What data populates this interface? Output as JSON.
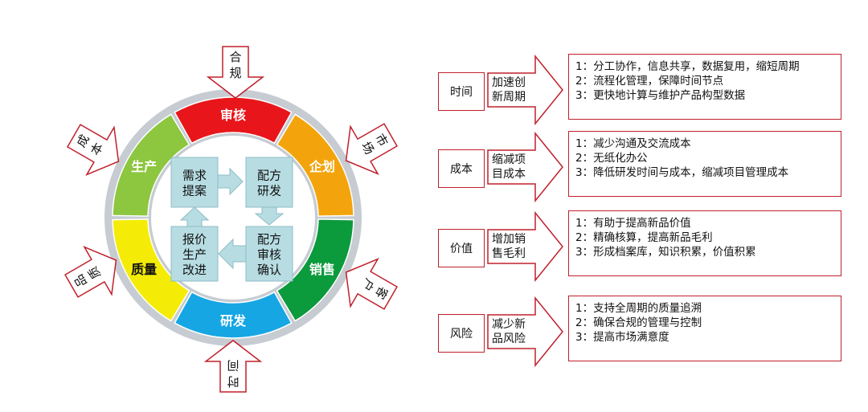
{
  "ring": {
    "segments": [
      {
        "label": "审核",
        "color": "#e8161b"
      },
      {
        "label": "企划",
        "color": "#f3a40c"
      },
      {
        "label": "销售",
        "color": "#0b9a3c"
      },
      {
        "label": "研发",
        "color": "#17a6e4"
      },
      {
        "label": "质量",
        "color": "#f4ec07"
      },
      {
        "label": "生产",
        "color": "#8dc63f"
      }
    ],
    "outer_color": "#c6ccd2"
  },
  "inputs": [
    {
      "label": "合规"
    },
    {
      "label": "市场"
    },
    {
      "label": "客户"
    },
    {
      "label": "时间"
    },
    {
      "label": "品质"
    },
    {
      "label": "成本"
    }
  ],
  "cycle": {
    "box_color": "#b7dde3",
    "steps": [
      "需求提案",
      "配方研发",
      "配方审核确认",
      "报价生产改进"
    ],
    "step_lines": [
      [
        "需求",
        "提案"
      ],
      [
        "配方",
        "研发"
      ],
      [
        "配方",
        "审核",
        "确认"
      ],
      [
        "报价",
        "生产",
        "改进"
      ]
    ]
  },
  "benefits": [
    {
      "category": "时间",
      "action": [
        "加速创",
        "新周期"
      ],
      "items": [
        "1：分工协作，信息共享，数据复用，缩短周期",
        "2：流程化管理，保障时间节点",
        "3：更快地计算与维护产品构型数据"
      ]
    },
    {
      "category": "成本",
      "action": [
        "缩减项",
        "目成本"
      ],
      "items": [
        "1：减少沟通及交流成本",
        "2：无纸化办公",
        "3：降低研发时间与成本，缩减项目管理成本"
      ]
    },
    {
      "category": "价值",
      "action": [
        "增加销",
        "售毛利"
      ],
      "items": [
        "1：有助于提高新品价值",
        "2：精确核算，提高新品毛利",
        "3：形成档案库，知识积累，价值积累"
      ]
    },
    {
      "category": "风险",
      "action": [
        "减少新",
        "品风险"
      ],
      "items": [
        "1：支持全周期的质量追溯",
        "2：确保合规的管理与控制",
        "3：提高市场满意度"
      ]
    }
  ],
  "accent_color": "#c0202c"
}
